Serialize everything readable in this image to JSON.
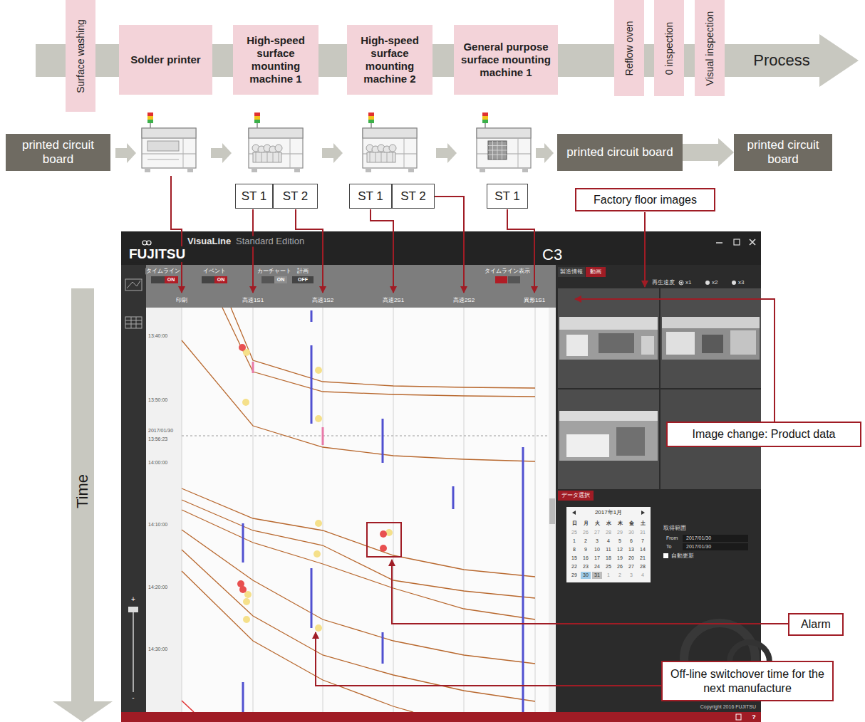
{
  "diagram": {
    "nodes": [
      {
        "text": [
          "Process"
        ]
      },
      {
        "text": [
          "Surface washing"
        ]
      },
      {
        "text": [
          "Solder printer"
        ]
      },
      {
        "text": [
          "High-speed surface mounting machine 1"
        ]
      },
      {
        "text": [
          "High-speed surface mounting machine 2"
        ]
      },
      {
        "text": [
          "General purpose surface mounting machine 1"
        ]
      },
      {
        "text": [
          "Reflow oven"
        ]
      },
      {
        "text": [
          "0 inspection"
        ]
      },
      {
        "text": [
          "Visual inspection"
        ]
      },
      {
        "text": [
          "printed circuit board"
        ]
      },
      {
        "text": [
          "printed circuit board"
        ]
      },
      {
        "text": [
          "printed circuit board"
        ]
      },
      {
        "text": [
          "ST 1"
        ]
      },
      {
        "text": [
          "ST 2"
        ]
      },
      {
        "text": [
          "ST 1"
        ]
      },
      {
        "text": [
          "ST 2"
        ]
      },
      {
        "text": [
          "ST 1"
        ]
      },
      {
        "text": [
          "Factory floor images"
        ]
      },
      {
        "text": [
          "Image change: Product data"
        ]
      },
      {
        "text": [
          "Alarm"
        ]
      },
      {
        "text": [
          "Off-line switchover time for the next manufacture"
        ]
      }
    ],
    "edges": [
      {
        "from": 10,
        "to": 11,
        "arrow": "to"
      }
    ],
    "labels": [
      "Time",
      "FUJITSU",
      "VisuaLine",
      "Standard Edition",
      "C3",
      "タイムライン",
      "ON",
      "イベント",
      "ON",
      "カーチャート",
      "ON",
      "計画",
      "OFF",
      "タイムライン表示",
      "印刷",
      "高速1S1",
      "高速1S2",
      "高速2S1",
      "高速2S2",
      "異形1S1",
      "13:40:00",
      "13:50:00",
      "2017/01/30",
      "13:56:23",
      "14:00:00",
      "14:10:00",
      "14:20:00",
      "14:30:00",
      "製造情報",
      "動画",
      "再生速度",
      "x1",
      "x2",
      "x3",
      "データ選択",
      "2017年1月",
      "日",
      "月",
      "火",
      "水",
      "木",
      "金",
      "土",
      "25",
      "26",
      "27",
      "28",
      "29",
      "30",
      "31",
      "1",
      "2",
      "3",
      "4",
      "5",
      "6",
      "7",
      "8",
      "9",
      "10",
      "11",
      "12",
      "13",
      "14",
      "15",
      "16",
      "17",
      "18",
      "19",
      "20",
      "21",
      "22",
      "23",
      "24",
      "25",
      "26",
      "27",
      "28",
      "29",
      "30",
      "31",
      "1",
      "2",
      "3",
      "4",
      "取得範囲",
      "From",
      "2017/01/30",
      "To",
      "2017/01/30",
      "自動更新",
      "Copyright 2016 FUJITSU",
      "+",
      "-",
      "?"
    ]
  }
}
